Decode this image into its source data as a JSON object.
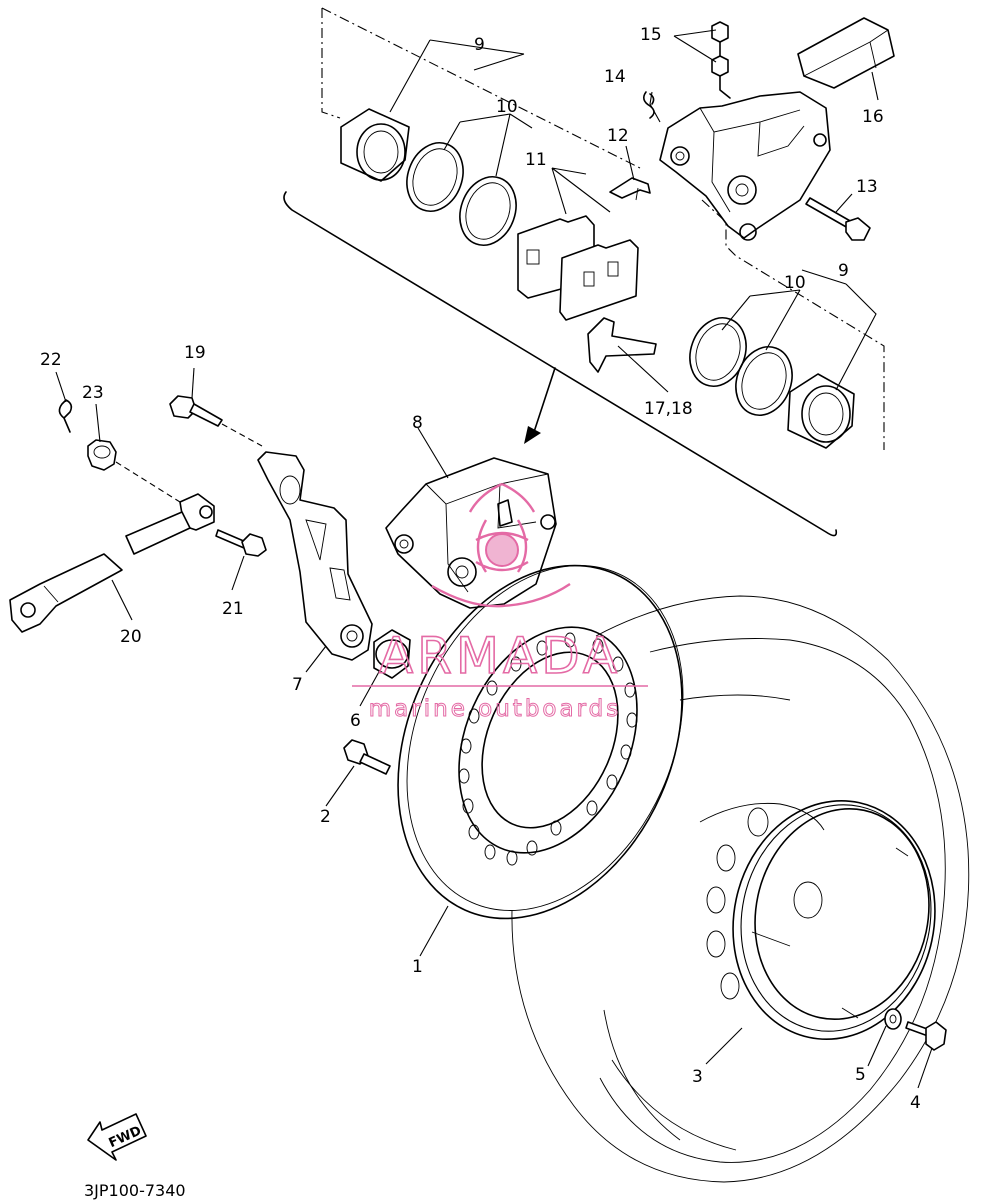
{
  "diagram_code": "3JP100-7340",
  "fwd_label": "FWD",
  "watermark": {
    "name": "ARMADA",
    "tagline": "marine outboards",
    "color": "#e46aa5"
  },
  "callouts": [
    {
      "id": "c1",
      "text": "1"
    },
    {
      "id": "c2",
      "text": "2"
    },
    {
      "id": "c3",
      "text": "3"
    },
    {
      "id": "c4",
      "text": "4"
    },
    {
      "id": "c5",
      "text": "5"
    },
    {
      "id": "c6",
      "text": "6"
    },
    {
      "id": "c7",
      "text": "7"
    },
    {
      "id": "c8",
      "text": "8"
    },
    {
      "id": "c9a",
      "text": "9"
    },
    {
      "id": "c10a",
      "text": "10"
    },
    {
      "id": "c11",
      "text": "11"
    },
    {
      "id": "c12",
      "text": "12"
    },
    {
      "id": "c13",
      "text": "13"
    },
    {
      "id": "c14",
      "text": "14"
    },
    {
      "id": "c15",
      "text": "15"
    },
    {
      "id": "c16",
      "text": "16"
    },
    {
      "id": "c9b",
      "text": "9"
    },
    {
      "id": "c10b",
      "text": "10"
    },
    {
      "id": "c1718",
      "text": "17,18"
    },
    {
      "id": "c19",
      "text": "19"
    },
    {
      "id": "c20",
      "text": "20"
    },
    {
      "id": "c21",
      "text": "21"
    },
    {
      "id": "c22",
      "text": "22"
    },
    {
      "id": "c23",
      "text": "23"
    }
  ]
}
